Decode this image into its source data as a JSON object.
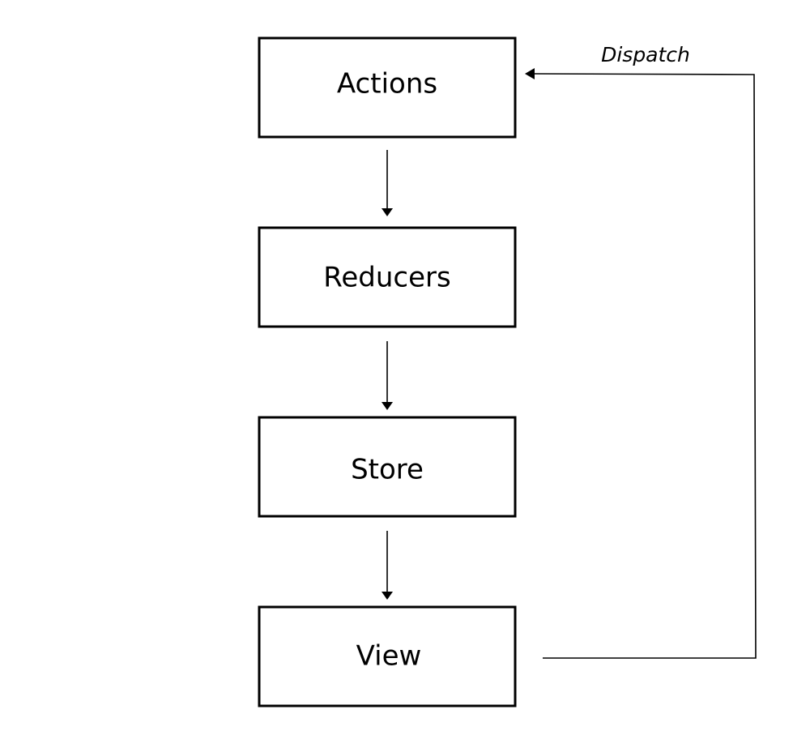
{
  "diagram": {
    "nodes": {
      "actions": "Actions",
      "reducers": "Reducers",
      "store": "Store",
      "view": "View"
    },
    "edges": {
      "view_to_actions": "Dispatch"
    },
    "colors": {
      "stroke": "#000000",
      "background": "#ffffff"
    }
  }
}
